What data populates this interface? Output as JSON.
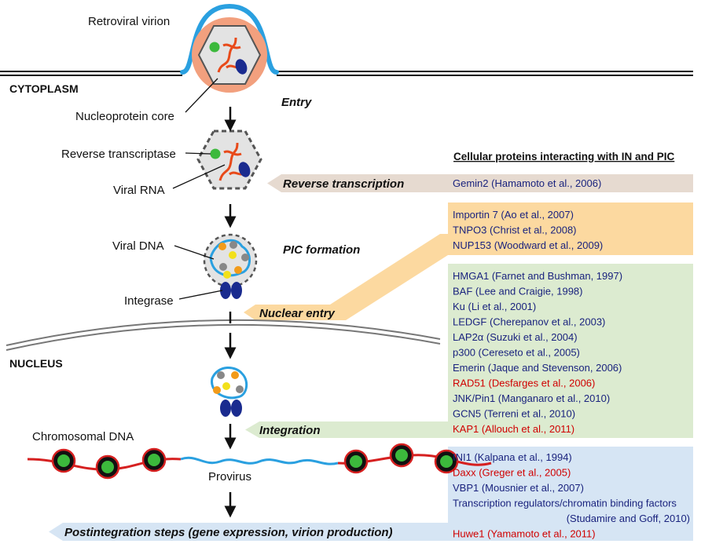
{
  "labels": {
    "retroviral_virion": "Retroviral virion",
    "cytoplasm": "CYTOPLASM",
    "nucleoprotein_core": "Nucleoprotein core",
    "reverse_transcriptase": "Reverse transcriptase",
    "viral_rna": "Viral RNA",
    "viral_dna": "Viral DNA",
    "integrase": "Integrase",
    "nucleus": "NUCLEUS",
    "chromosomal_dna": "Chromosomal DNA",
    "provirus": "Provirus"
  },
  "steps": {
    "entry": "Entry",
    "reverse_transcription": "Reverse transcription",
    "pic_formation": "PIC formation",
    "nuclear_entry": "Nuclear entry",
    "integration": "Integration",
    "postintegration": "Postintegration steps (gene expression, virion production)"
  },
  "table_header": "Cellular proteins interacting with IN and PIC",
  "colors": {
    "blue_text": "#1a237e",
    "red_text": "#d00000",
    "brown_box": "#e6dad0",
    "orange_box": "#fcd9a0",
    "green_box": "#dcebd0",
    "light_blue_box": "#d6e5f4",
    "membrane_blue": "#2aa0e0",
    "core_orange": "#f2a07e"
  },
  "groups": {
    "reverse_transcription": [
      {
        "text": "Gemin2 (Hamamoto et al., 2006)",
        "color": "blue"
      }
    ],
    "nuclear_entry": [
      {
        "text": "Importin 7 (Ao et al., 2007)",
        "color": "blue"
      },
      {
        "text": "TNPO3 (Christ et al., 2008)",
        "color": "blue"
      },
      {
        "text": "NUP153 (Woodward et al., 2009)",
        "color": "blue"
      }
    ],
    "integration": [
      {
        "text": "HMGA1 (Farnet and Bushman, 1997)",
        "color": "blue"
      },
      {
        "text": "BAF (Lee and Craigie, 1998)",
        "color": "blue"
      },
      {
        "text": "Ku (Li et al., 2001)",
        "color": "blue"
      },
      {
        "text": "LEDGF (Cherepanov et al., 2003)",
        "color": "blue"
      },
      {
        "text": "LAP2α (Suzuki et al., 2004)",
        "color": "blue"
      },
      {
        "text": "p300 (Cereseto et al., 2005)",
        "color": "blue"
      },
      {
        "text": "Emerin (Jaque and Stevenson, 2006)",
        "color": "blue"
      },
      {
        "text": "RAD51 (Desfarges et al., 2006)",
        "color": "red"
      },
      {
        "text": "JNK/Pin1 (Manganaro et al., 2010)",
        "color": "blue"
      },
      {
        "text": "GCN5 (Terreni et al., 2010)",
        "color": "blue"
      },
      {
        "text": "KAP1 (Allouch et al., 2011)",
        "color": "red"
      }
    ],
    "postintegration": [
      {
        "text": "INI1 (Kalpana et al., 1994)",
        "color": "blue"
      },
      {
        "text": "Daxx (Greger et al., 2005)",
        "color": "red"
      },
      {
        "text": "VBP1 (Mousnier et al., 2007)",
        "color": "blue"
      },
      {
        "text": "Transcription regulators/chromatin binding factors",
        "color": "blue"
      },
      {
        "text": "(Studamire and Goff, 2010)",
        "color": "blue",
        "align": "right"
      },
      {
        "text": "Huwe1 (Yamamoto et al., 2011)",
        "color": "red"
      }
    ]
  }
}
